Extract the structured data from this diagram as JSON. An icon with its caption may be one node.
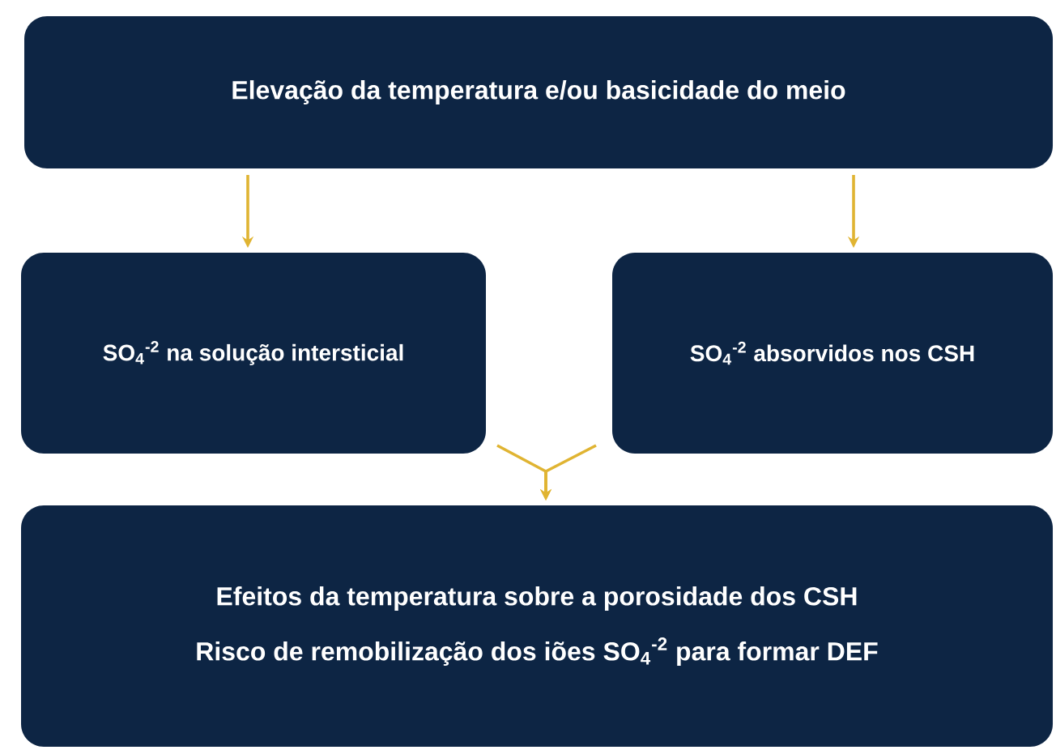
{
  "diagram": {
    "nodes": [
      {
        "text": [
          "Elevação da temperatura e/ou basicidade do meio"
        ]
      },
      {
        "text": [
          "SO$_{4}$$^{-2}$ na solução intersticial"
        ]
      },
      {
        "text": [
          "SO$_{4}$$^{-2}$ absorvidos nos CSH"
        ]
      },
      {
        "text": [
          "Efeitos da temperatura sobre a porosidade dos CSH",
          "Risco de remobilização dos iões SO$_{4}$$^{-2}$ para formar DEF"
        ]
      }
    ],
    "edges": [
      {
        "from": 0,
        "to": 1,
        "arrow": "to"
      },
      {
        "from": 0,
        "to": 2,
        "arrow": "to"
      },
      {
        "from": 1,
        "to": 3,
        "arrow": "to"
      },
      {
        "from": 2,
        "to": 3,
        "arrow": "to"
      }
    ]
  }
}
